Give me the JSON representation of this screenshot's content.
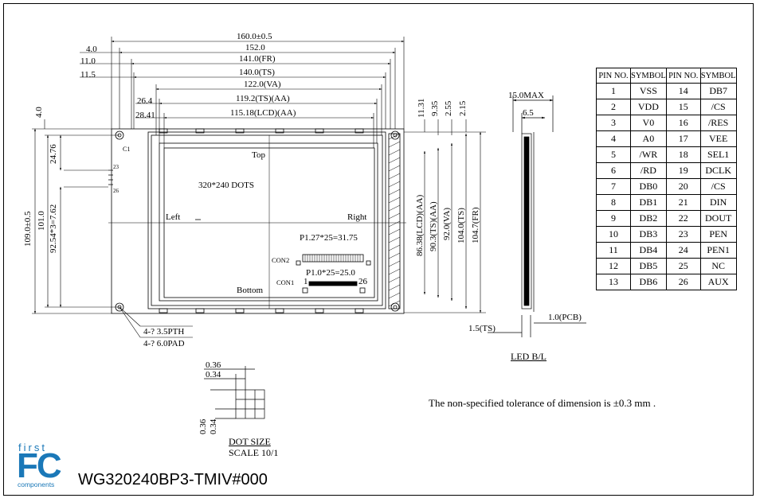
{
  "drawing": {
    "model": "WG320240BP3-TMIV#000",
    "tolerance_note": "The non-specified tolerance of dimension is ±0.3 mm .",
    "led_label": "LED B/L",
    "dot_size_label": "DOT SIZE",
    "scale_label": "SCALE 10/1",
    "logo": {
      "first": "first",
      "fc": "FC",
      "components": "components"
    }
  },
  "dims_top": {
    "d160": "160.0±0.5",
    "d152": "152.0",
    "d141": "141.0(FR)",
    "d140": "140.0(TS)",
    "d122": "122.0(VA)",
    "d119": "119.2(TS)(AA)",
    "d115": "115.18(LCD)(AA)",
    "l40": "4.0",
    "l110": "11.0",
    "l115": "11.5",
    "l264": "26.4",
    "l2841": "28.41"
  },
  "dims_right": {
    "r1131": "11.31",
    "r935": "9.35",
    "r255": "2.55",
    "r215": "2.15",
    "v8638": "86.38(LCD)(AA)",
    "v903": "90.3(TS)(AA)",
    "v920": "92.0(VA)",
    "v1040": "104.0(TS)",
    "v1047": "104.7(FR)"
  },
  "dims_left": {
    "v40": "4.0",
    "v2476": "24.76",
    "v1090": "109.0±0.5",
    "v1010": "101.0",
    "v9254": "92.54*3=7.62"
  },
  "labels": {
    "c1": "C1",
    "top": "Top",
    "bottom": "Bottom",
    "left": "Left",
    "right": "Right",
    "dots": "320*240 DOTS",
    "con2": "CON2",
    "con1": "CON1",
    "p127": "P1.27*25=31.75",
    "p10": "P1.0*25=25.0",
    "pin1": "1",
    "pin26": "26",
    "pin23": "23",
    "pin26b": "26",
    "pth": "4-? 3.5PTH",
    "pad": "4-? 6.0PAD"
  },
  "side": {
    "max": "15.0MAX",
    "d65": "6.5",
    "ts": "1.5(TS)",
    "pcb": "1.0(PCB)"
  },
  "dot": {
    "h036": "0.36",
    "h034": "0.34",
    "v036": "0.36",
    "v034": "0.34"
  },
  "pin_table": {
    "headers": [
      "PIN NO.",
      "SYMBOL",
      "PIN NO.",
      "SYMBOL"
    ],
    "rows": [
      [
        "1",
        "VSS",
        "14",
        "DB7"
      ],
      [
        "2",
        "VDD",
        "15",
        "/CS"
      ],
      [
        "3",
        "V0",
        "16",
        "/RES"
      ],
      [
        "4",
        "A0",
        "17",
        "VEE"
      ],
      [
        "5",
        "/WR",
        "18",
        "SEL1"
      ],
      [
        "6",
        "/RD",
        "19",
        "DCLK"
      ],
      [
        "7",
        "DB0",
        "20",
        "/CS"
      ],
      [
        "8",
        "DB1",
        "21",
        "DIN"
      ],
      [
        "9",
        "DB2",
        "22",
        "DOUT"
      ],
      [
        "10",
        "DB3",
        "23",
        "PEN"
      ],
      [
        "11",
        "DB4",
        "24",
        "PEN1"
      ],
      [
        "12",
        "DB5",
        "25",
        "NC"
      ],
      [
        "13",
        "DB6",
        "26",
        "AUX"
      ]
    ]
  }
}
